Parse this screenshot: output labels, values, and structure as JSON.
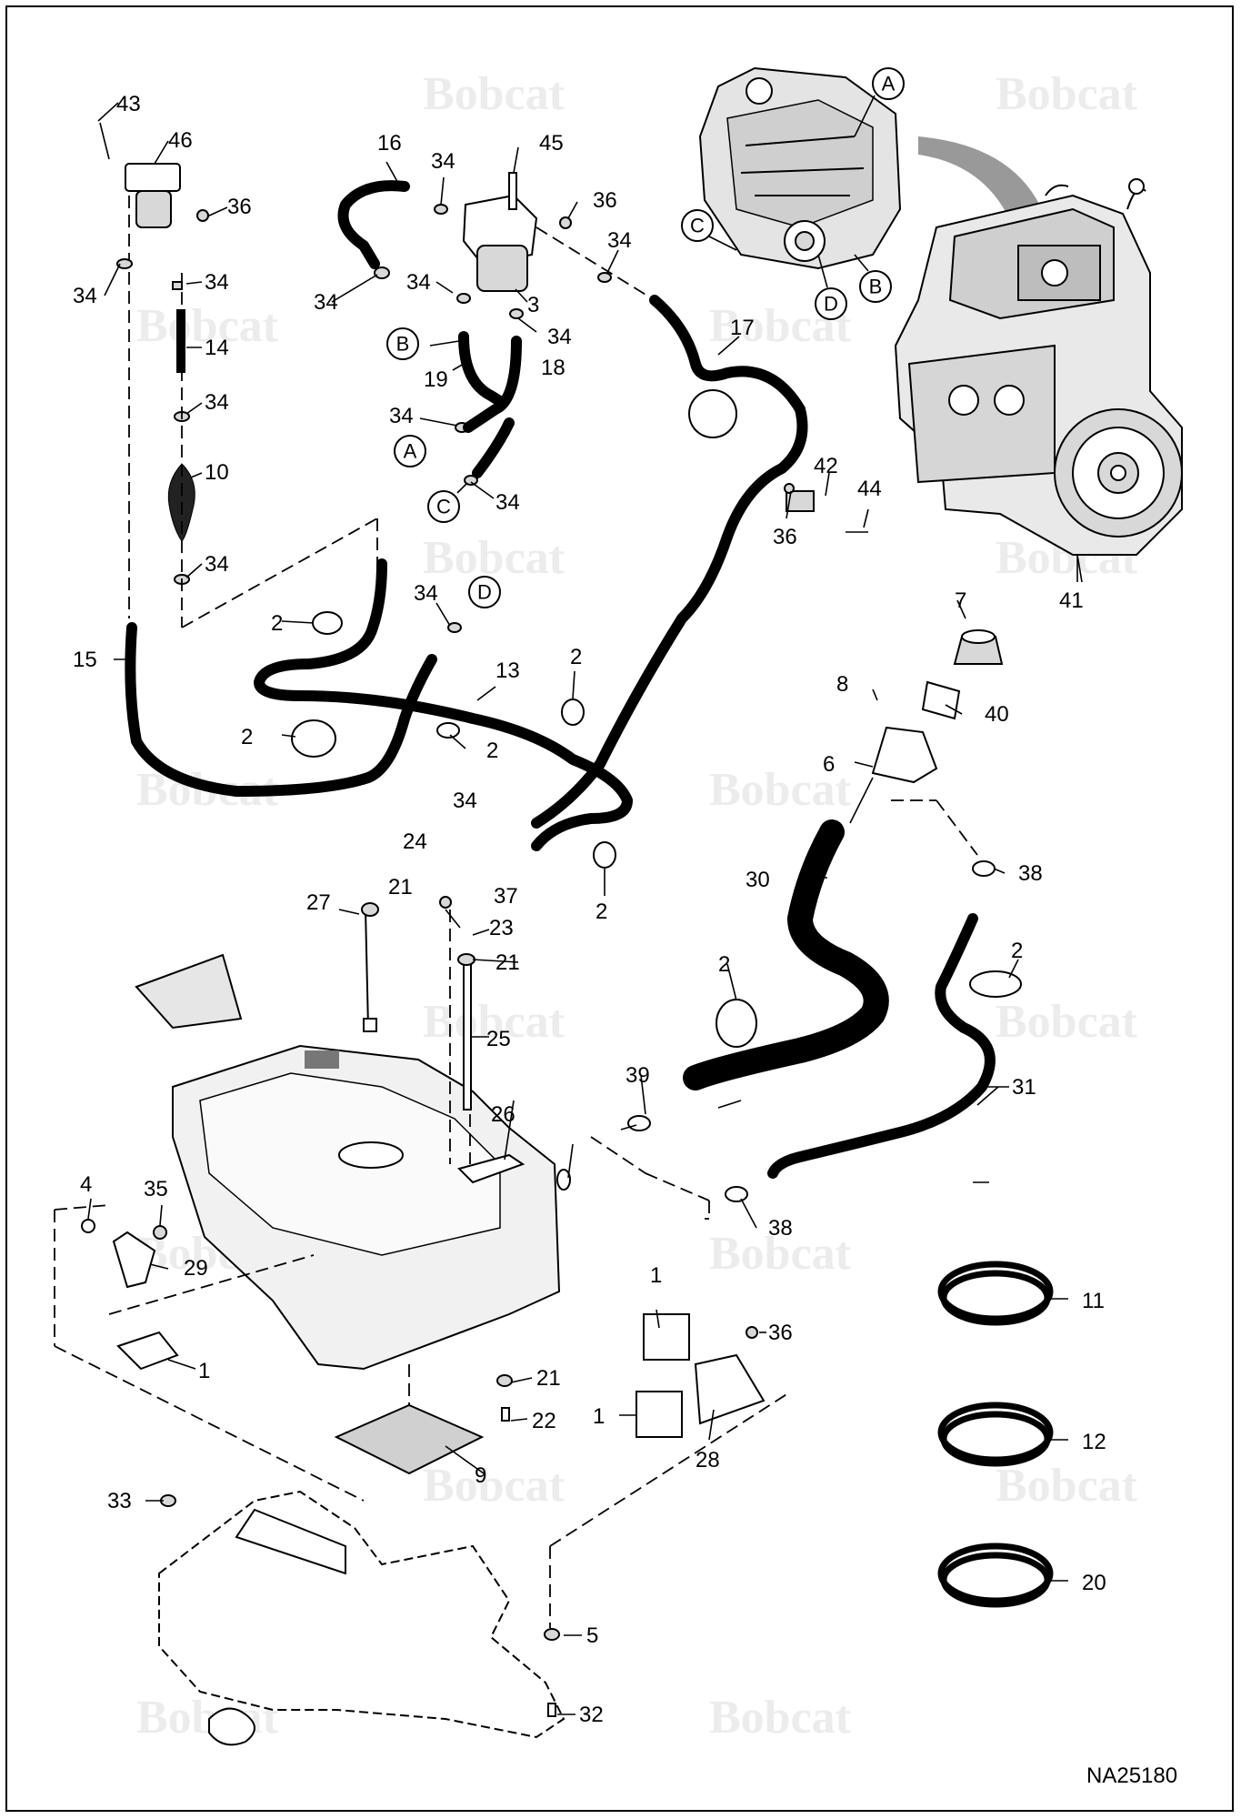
{
  "drawing_code": "NA25180",
  "watermark_text": "Bobcat",
  "callout_letters": [
    "A",
    "B",
    "C",
    "D"
  ],
  "parts": {
    "p1": "1",
    "p2": "2",
    "p3": "3",
    "p4": "4",
    "p5": "5",
    "p6": "6",
    "p7": "7",
    "p8": "8",
    "p9": "9",
    "p10": "10",
    "p11": "11",
    "p12": "12",
    "p13": "13",
    "p14": "14",
    "p15": "15",
    "p16": "16",
    "p17": "17",
    "p18": "18",
    "p19": "19",
    "p20": "20",
    "p21": "21",
    "p22": "22",
    "p23": "23",
    "p24": "24",
    "p25": "25",
    "p26": "26",
    "p27": "27",
    "p28": "28",
    "p29": "29",
    "p30": "30",
    "p31": "31",
    "p32": "32",
    "p33": "33",
    "p34": "34",
    "p35": "35",
    "p36": "36",
    "p37": "37",
    "p38": "38",
    "p39": "39",
    "p40": "40",
    "p41": "41",
    "p42": "42",
    "p43": "43",
    "p44": "44",
    "p45": "45",
    "p46": "46"
  }
}
